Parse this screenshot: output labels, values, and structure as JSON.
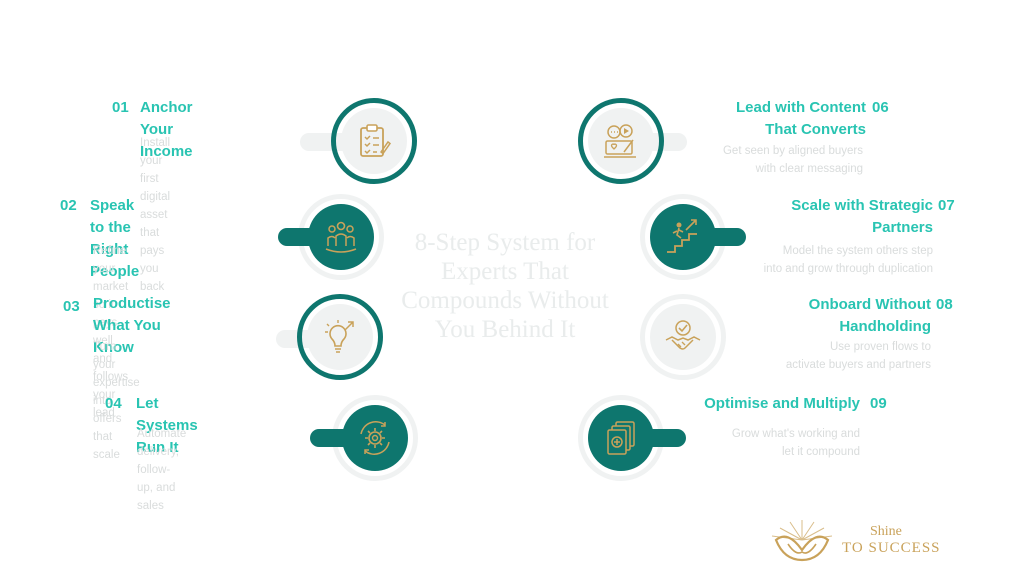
{
  "center_title": [
    "8-Step System for",
    "Experts That",
    "Compounds Without",
    "You Behind It"
  ],
  "steps": [
    {
      "num": "01",
      "title": [
        "Anchor Your Income"
      ],
      "desc": [
        "Install your first digital asset",
        "that pays you back"
      ],
      "icon": "clipboard-checklist-icon"
    },
    {
      "num": "02",
      "title": [
        "Speak to the Right",
        "People"
      ],
      "desc": [
        "Refine your market so it pays",
        "well and follows your lead"
      ],
      "icon": "group-people-icon"
    },
    {
      "num": "03",
      "title": [
        "Productise What You",
        "Know"
      ],
      "desc": [
        "Turn your expertise into",
        "offers that scale"
      ],
      "icon": "lightbulb-growth-icon"
    },
    {
      "num": "04",
      "title": [
        "Let Systems Run It"
      ],
      "desc": [
        "Automate delivery, follow-",
        "up, and sales"
      ],
      "icon": "gear-cycle-icon"
    },
    {
      "num": "06",
      "title": [
        "Lead with Content",
        "That Converts"
      ],
      "desc": [
        "Get seen by aligned buyers",
        "with clear messaging"
      ],
      "icon": "content-tablet-icon"
    },
    {
      "num": "07",
      "title": [
        "Scale with Strategic",
        "Partners"
      ],
      "desc": [
        "Model the system others step",
        "into and grow through duplication"
      ],
      "icon": "stairs-growth-icon"
    },
    {
      "num": "08",
      "title": [
        "Onboard Without",
        "Handholding"
      ],
      "desc": [
        "Use proven flows to",
        "activate buyers and partners"
      ],
      "icon": "handshake-icon"
    },
    {
      "num": "09",
      "title": [
        "Optimise and Multiply"
      ],
      "desc": [
        "Grow what's working and",
        "let it compound"
      ],
      "icon": "documents-plus-icon"
    }
  ],
  "logo": {
    "line1": "Shine",
    "line2": "TO SUCCESS"
  },
  "colors": {
    "teal": "#29c4b2",
    "dark_teal": "#0e766e",
    "light": "#f0f2f2",
    "gold": "#c9a25a"
  }
}
